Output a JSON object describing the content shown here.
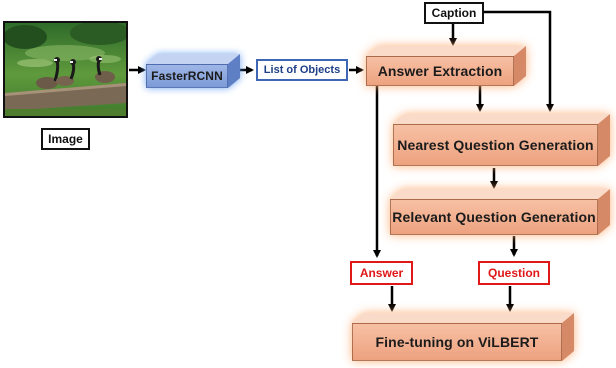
{
  "image": {
    "label": "Image",
    "alt": "Photo of three Canada geese standing on a wall by a pond"
  },
  "nodes": {
    "faster_rcnn": "FasterRCNN",
    "list_of_objects": "List of Objects",
    "caption": "Caption",
    "answer_extraction": "Answer Extraction",
    "nearest_question_generation": "Nearest Question Generation",
    "relevant_question_generation": "Relevant Question Generation",
    "answer": "Answer",
    "question": "Question",
    "finetuning_vilbert": "Fine-tuning on ViLBERT"
  },
  "colors": {
    "arrow": "#000000",
    "orange_block": "#f2ad8c",
    "blue_block": "#8ea9e0",
    "red_border": "#e01818",
    "blue_border": "#3d66b5"
  }
}
